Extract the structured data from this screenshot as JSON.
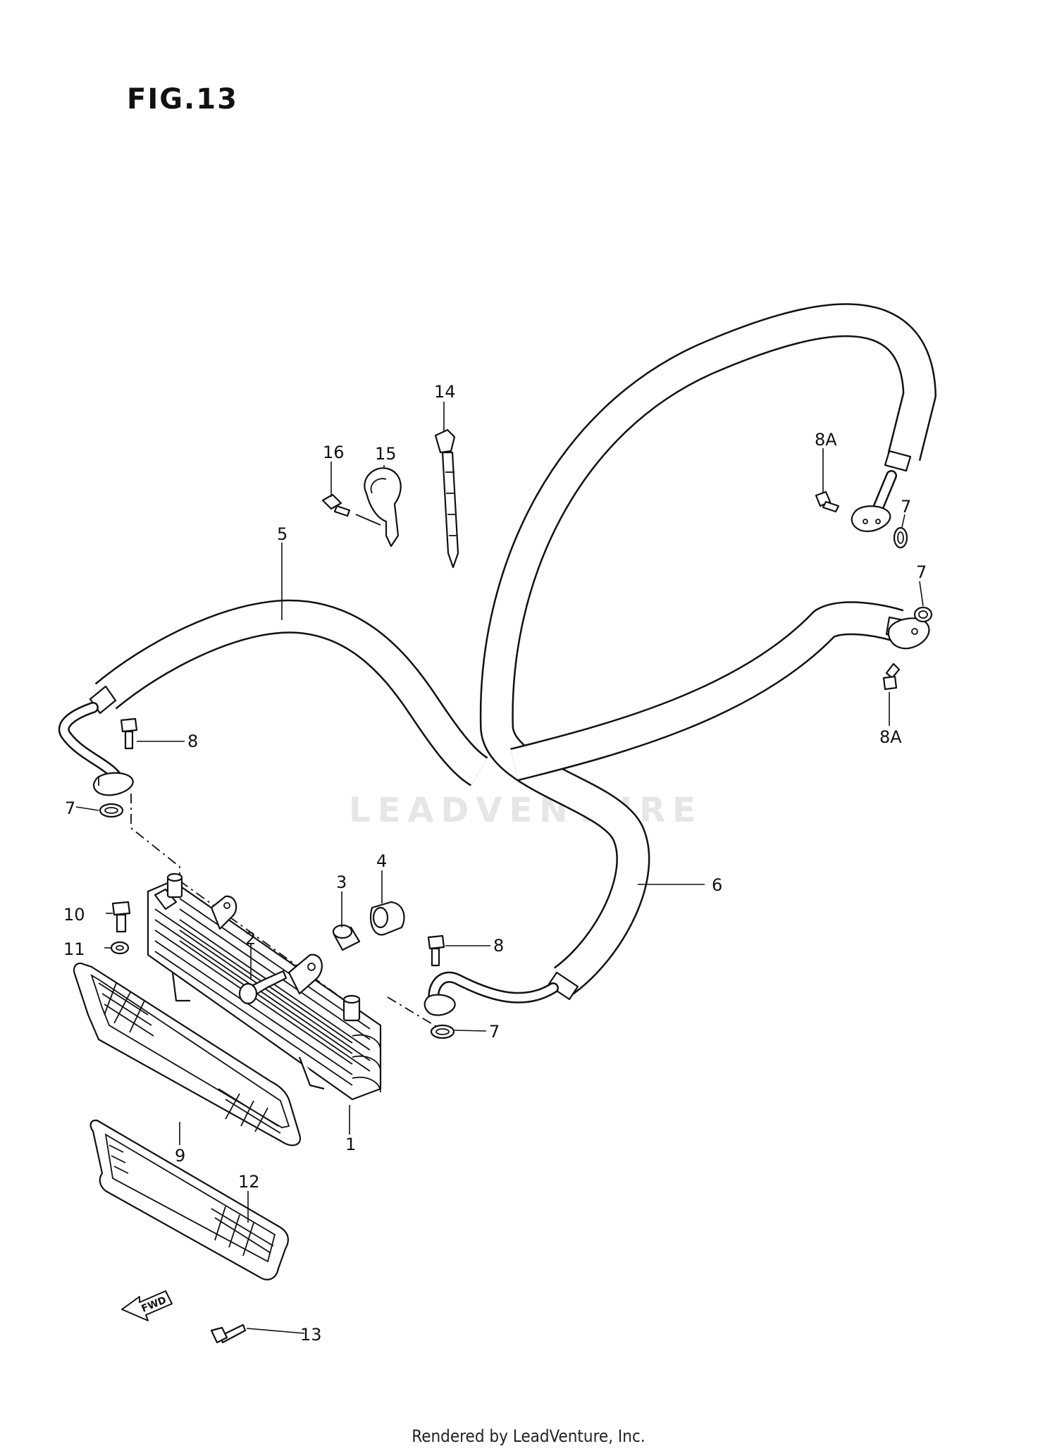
{
  "figure": {
    "title": "FIG.13"
  },
  "watermark": "LEADVENTURE",
  "footer": "Rendered by LeadVenture, Inc.",
  "fwd_label": "FWD",
  "callouts": [
    {
      "id": "c1",
      "label": "1"
    },
    {
      "id": "c2",
      "label": "2"
    },
    {
      "id": "c3",
      "label": "3"
    },
    {
      "id": "c4",
      "label": "4"
    },
    {
      "id": "c5",
      "label": "5"
    },
    {
      "id": "c6",
      "label": "6"
    },
    {
      "id": "c7a",
      "label": "7"
    },
    {
      "id": "c7b",
      "label": "7"
    },
    {
      "id": "c7c",
      "label": "7"
    },
    {
      "id": "c7d",
      "label": "7"
    },
    {
      "id": "c8a",
      "label": "8"
    },
    {
      "id": "c8b",
      "label": "8"
    },
    {
      "id": "c8Aa",
      "label": "8A"
    },
    {
      "id": "c8Ab",
      "label": "8A"
    },
    {
      "id": "c9",
      "label": "9"
    },
    {
      "id": "c10",
      "label": "10"
    },
    {
      "id": "c11",
      "label": "11"
    },
    {
      "id": "c12",
      "label": "12"
    },
    {
      "id": "c13",
      "label": "13"
    },
    {
      "id": "c14",
      "label": "14"
    },
    {
      "id": "c15",
      "label": "15"
    },
    {
      "id": "c16",
      "label": "16"
    }
  ]
}
